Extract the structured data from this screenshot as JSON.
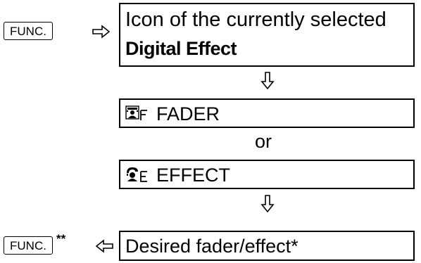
{
  "left_keys": {
    "func_key_top": "FUNC.",
    "func_key_bottom": "FUNC.",
    "func_key_bottom_suffix": "**"
  },
  "steps": {
    "step1_line1": "Icon of the currently selected",
    "step1_line2": "Digital Effect",
    "step2_label": "FADER",
    "separator": "or",
    "step3_label": "EFFECT",
    "step4_label": "Desired fader/effect*"
  },
  "icons": {
    "fader_icon": "fader-icon",
    "effect_icon": "effect-icon",
    "arrow_right": "arrow-right-icon",
    "arrow_left": "arrow-left-icon",
    "arrow_down": "arrow-down-icon"
  }
}
